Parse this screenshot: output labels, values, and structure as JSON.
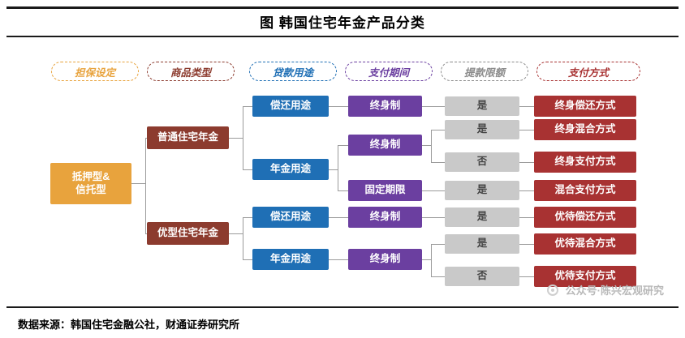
{
  "chart_title": "图  韩国住宅年金产品分类",
  "footer": {
    "source": "数据来源：韩国住宅金融公社，财通证券研究所",
    "watermark": "公众号·陈兴宏观研究"
  },
  "colors": {
    "root": "#E8A33D",
    "col2": "#8C3B2E",
    "col3": "#1F6FB5",
    "col4": "#6B3FA0",
    "col5": "#C9C9C9",
    "col6": "#A83232",
    "line": "#9B9B9B"
  },
  "headers": [
    {
      "label": "担保设定",
      "color": "#E8A33D"
    },
    {
      "label": "商品类型",
      "color": "#8C3B2E"
    },
    {
      "label": "贷款用途",
      "color": "#1F6FB5"
    },
    {
      "label": "支付期间",
      "color": "#6B3FA0"
    },
    {
      "label": "提款限额",
      "color": "#8C8C8C"
    },
    {
      "label": "支付方式",
      "color": "#A83232"
    }
  ],
  "nodes": {
    "root": "抵押型&\n信托型",
    "root_line1": "抵押型&",
    "root_line2": "信托型",
    "types": [
      "普通住宅年金",
      "优型住宅年金"
    ],
    "purposes": [
      "偿还用途",
      "年金用途",
      "偿还用途",
      "年金用途"
    ],
    "periods": [
      "终身制",
      "终身制",
      "固定期限",
      "终身制",
      "终身制"
    ],
    "limits": [
      "是",
      "是",
      "否",
      "是",
      "是",
      "是",
      "否"
    ],
    "methods": [
      "终身偿还方式",
      "终身混合方式",
      "终身支付方式",
      "混合支付方式",
      "优待偿还方式",
      "优待混合方式",
      "优待支付方式"
    ]
  }
}
